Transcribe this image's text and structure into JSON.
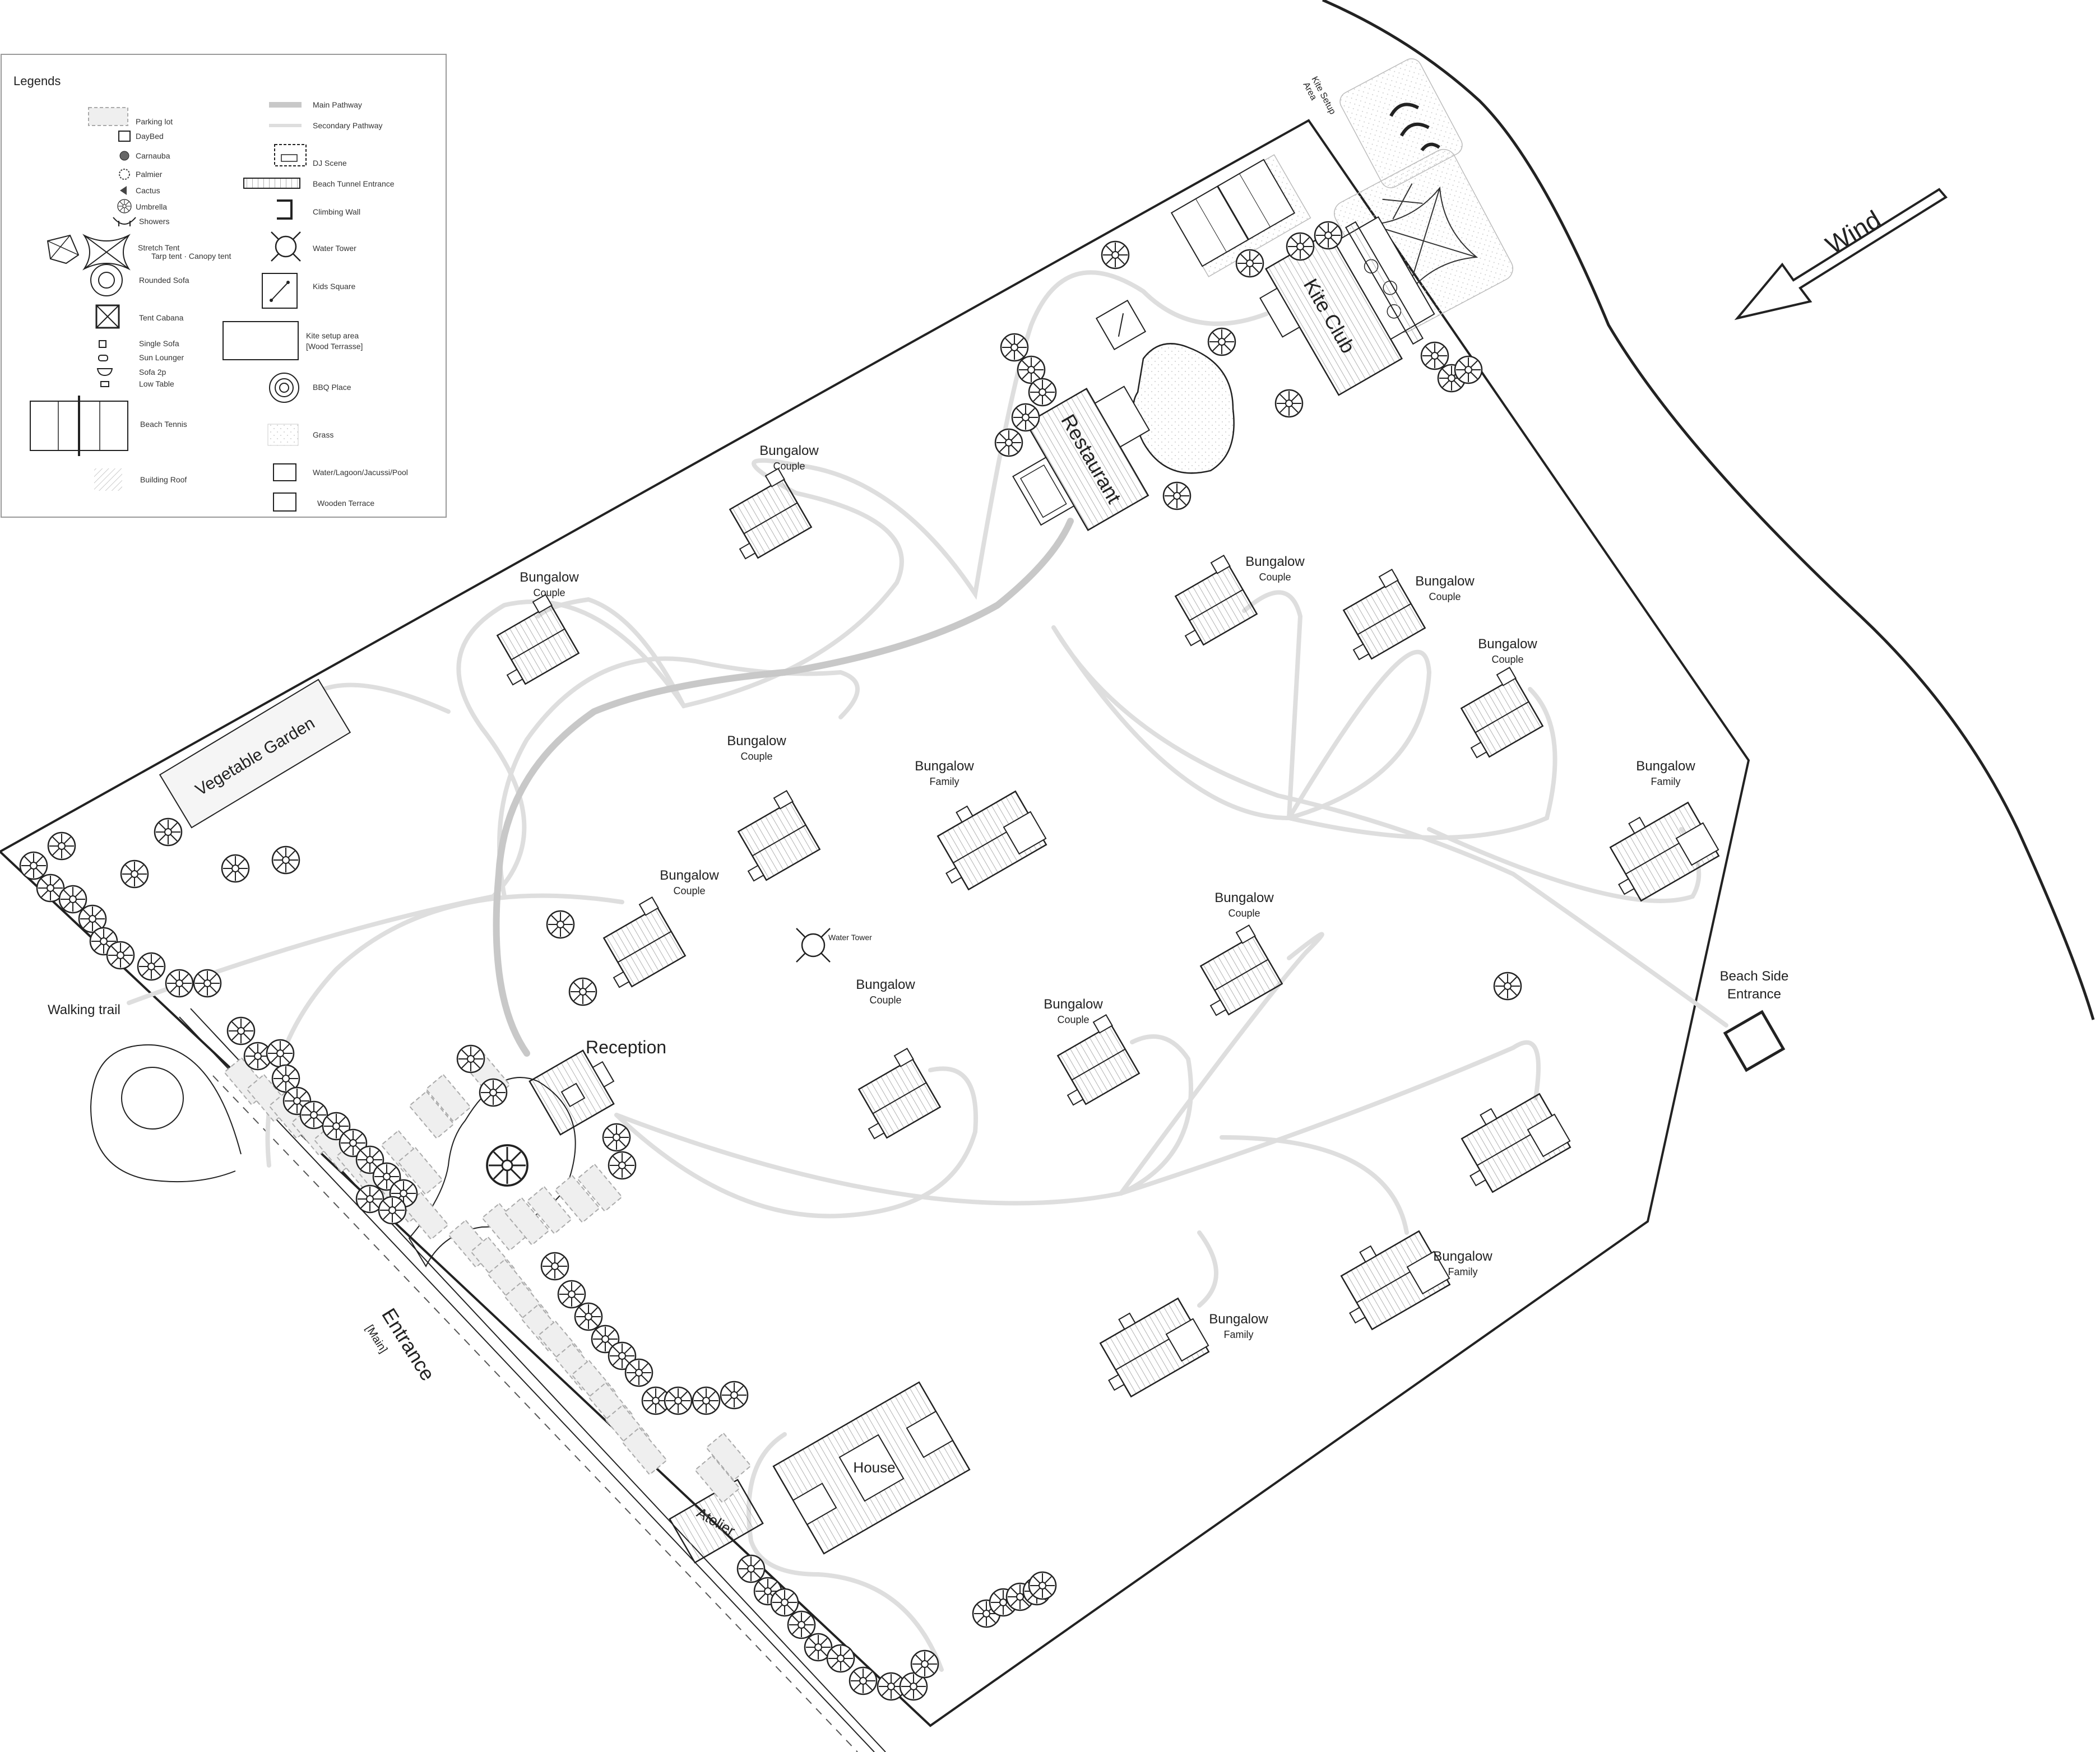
{
  "legend": {
    "title": "Legends",
    "items": {
      "parking": "Parking lot",
      "daybed": "DayBed",
      "carnauba": "Carnauba",
      "palmier": "Palmier",
      "cactus": "Cactus",
      "umbrella": "Umbrella",
      "showers": "Showers",
      "stretch_tent": "Stretch Tent",
      "stretch_tent_sub": "Tarp tent · Canopy tent",
      "rounded_sofa": "Rounded Sofa",
      "tent_cabana": "Tent Cabana",
      "single_sofa": "Single Sofa",
      "sun_lounger": "Sun Lounger",
      "sofa_2p": "Sofa 2p",
      "low_table": "Low Table",
      "beach_tennis": "Beach Tennis",
      "building_roof": "Building Roof",
      "main_pathway": "Main Pathway",
      "secondary_pathway": "Secondary Pathway",
      "dj_scene": "DJ Scene",
      "beach_tunnel": "Beach Tunnel Entrance",
      "climbing_wall": "Climbing Wall",
      "water_tower": "Water Tower",
      "kids_square": "Kids Square",
      "kite_setup_1": "Kite setup area",
      "kite_setup_2": "[Wood Terrasse]",
      "bbq": "BBQ Place",
      "grass": "Grass",
      "water": "Water/Lagoon/Jacussi/Pool",
      "wooden_terrace": "Wooden Terrace"
    }
  },
  "labels": {
    "wind": "Wind",
    "kite_club": "Kite Club",
    "kite_setup_map_1": "Kite Setup",
    "kite_setup_map_2": "Area",
    "restaurant": "Restaurant",
    "reception": "Reception",
    "vegetable_garden": "Vegetable Garden",
    "walking_trail": "Walking trail",
    "entrance": "Entrance",
    "entrance_sub": "[Main]",
    "atelier": "Atelier",
    "house": "House",
    "water_tower": "Water Tower",
    "beach_side_1": "Beach Side",
    "beach_side_2": "Entrance",
    "bungalow": "Bungalow",
    "couple": "Couple",
    "family": "Family"
  },
  "bungalows": [
    {
      "type": "Couple"
    },
    {
      "type": "Couple"
    },
    {
      "type": "Couple"
    },
    {
      "type": "Couple"
    },
    {
      "type": "Couple"
    },
    {
      "type": "Couple"
    },
    {
      "type": "Couple"
    },
    {
      "type": "Family"
    },
    {
      "type": "Family"
    },
    {
      "type": "Couple"
    },
    {
      "type": "Couple"
    },
    {
      "type": "Couple"
    },
    {
      "type": "Family"
    },
    {
      "type": "Family"
    }
  ],
  "colors": {
    "line": "#222222",
    "main_path": "#c8c8c8",
    "secondary_path": "#dedede",
    "hatch": "#9a9a9a",
    "parking": "#ececec",
    "paper": "#ffffff"
  }
}
